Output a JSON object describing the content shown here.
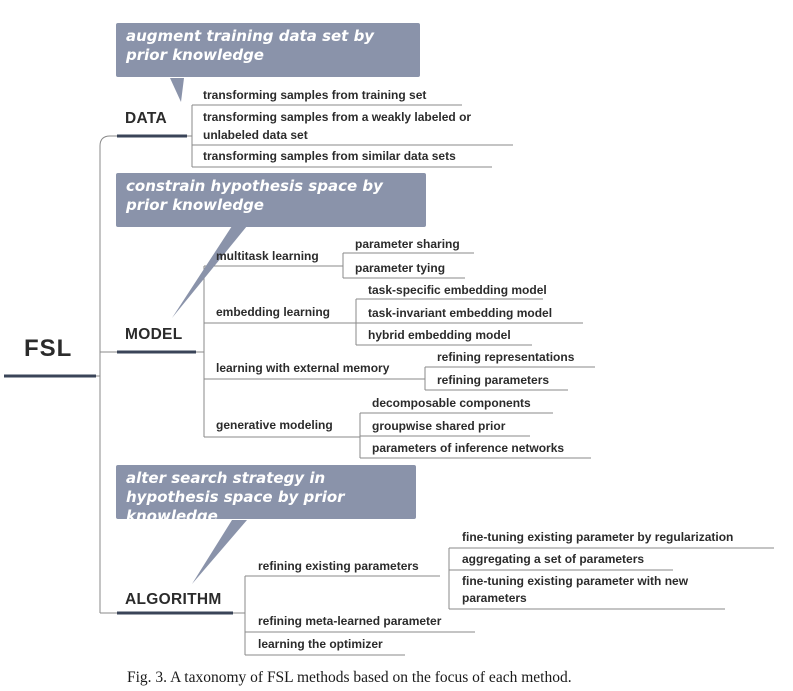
{
  "root": {
    "label": "FSL"
  },
  "data": {
    "label": "DATA",
    "callout": "augment training data set by prior knowledge",
    "items": [
      "transforming samples from training set",
      "transforming samples from a weakly labeled or",
      "unlabeled data set",
      "transforming samples from similar data sets"
    ]
  },
  "model": {
    "label": "MODEL",
    "callout": "constrain hypothesis space by prior knowledge",
    "groups": [
      {
        "label": "multitask learning",
        "children": [
          "parameter sharing",
          "parameter tying"
        ]
      },
      {
        "label": "embedding learning",
        "children": [
          "task-specific embedding model",
          "task-invariant embedding model",
          "hybrid embedding model"
        ]
      },
      {
        "label": "learning with external memory",
        "children": [
          "refining representations",
          "refining parameters"
        ]
      },
      {
        "label": "generative modeling",
        "children": [
          "decomposable components",
          "groupwise shared prior",
          "parameters of inference networks"
        ]
      }
    ]
  },
  "algorithm": {
    "label": "ALGORITHM",
    "callout": "alter search strategy in hypothesis space by prior knowledge",
    "groups": [
      {
        "label": "refining existing parameters",
        "children": [
          "fine-tuning existing parameter by regularization",
          "aggregating a set of parameters",
          "fine-tuning existing parameter with new",
          "parameters"
        ]
      },
      {
        "label": "refining meta-learned parameter",
        "children": []
      },
      {
        "label": "learning the optimizer",
        "children": []
      }
    ]
  },
  "caption": "Fig. 3.  A taxonomy of FSL methods based on the focus of each method.",
  "colors": {
    "callout_bg": "#8a93aa",
    "line": "#8a8a8a",
    "dark_underline": "#3a4458"
  }
}
